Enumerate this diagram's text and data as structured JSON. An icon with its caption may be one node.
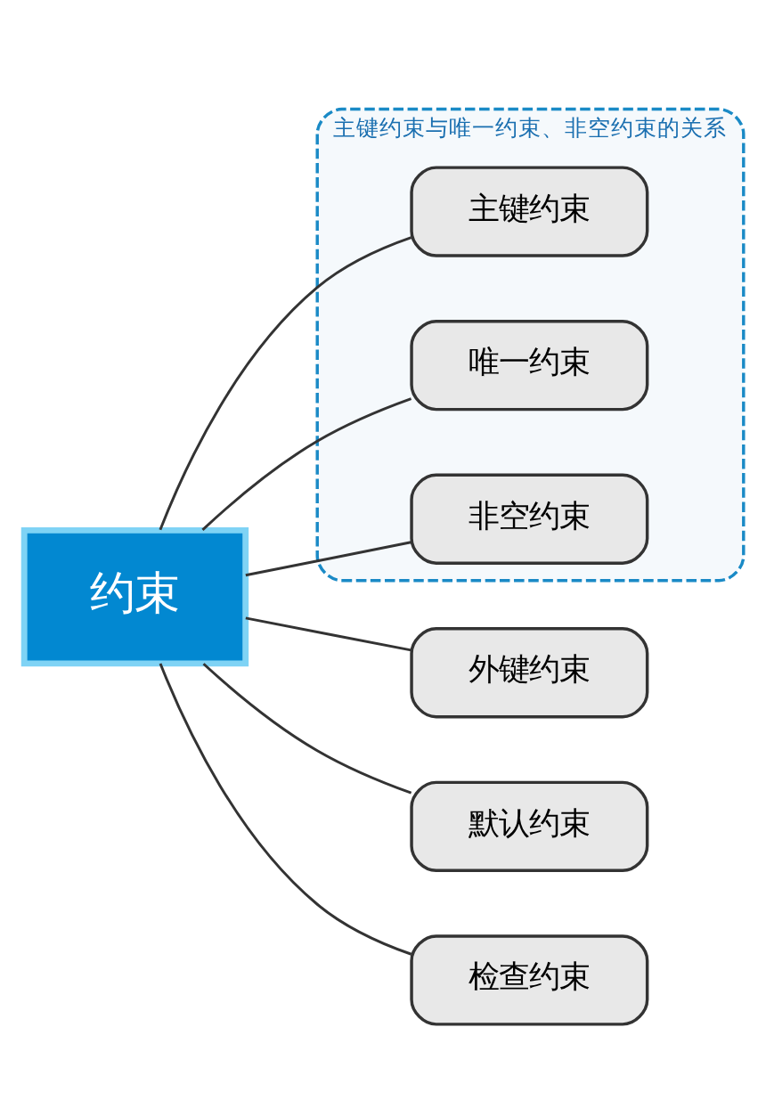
{
  "diagram": {
    "nodes": [
      {
        "text": [
          "约束"
        ]
      },
      {
        "text": [
          "主键约束与唯一约束、非空约束的关系"
        ]
      },
      {
        "text": [
          "主键约束"
        ],
        "in": 1
      },
      {
        "text": [
          "唯一约束"
        ],
        "in": 1
      },
      {
        "text": [
          "非空约束"
        ],
        "in": 1
      },
      {
        "text": [
          "外键约束"
        ]
      },
      {
        "text": [
          "默认约束"
        ]
      },
      {
        "text": [
          "检查约束"
        ]
      }
    ],
    "edges": [
      {
        "from": 0,
        "to": 2,
        "arrow": "none"
      },
      {
        "from": 0,
        "to": 3,
        "arrow": "none"
      },
      {
        "from": 0,
        "to": 4,
        "arrow": "none"
      },
      {
        "from": 0,
        "to": 5,
        "arrow": "none"
      },
      {
        "from": 0,
        "to": 6,
        "arrow": "none"
      },
      {
        "from": 0,
        "to": 7,
        "arrow": "none"
      }
    ]
  }
}
